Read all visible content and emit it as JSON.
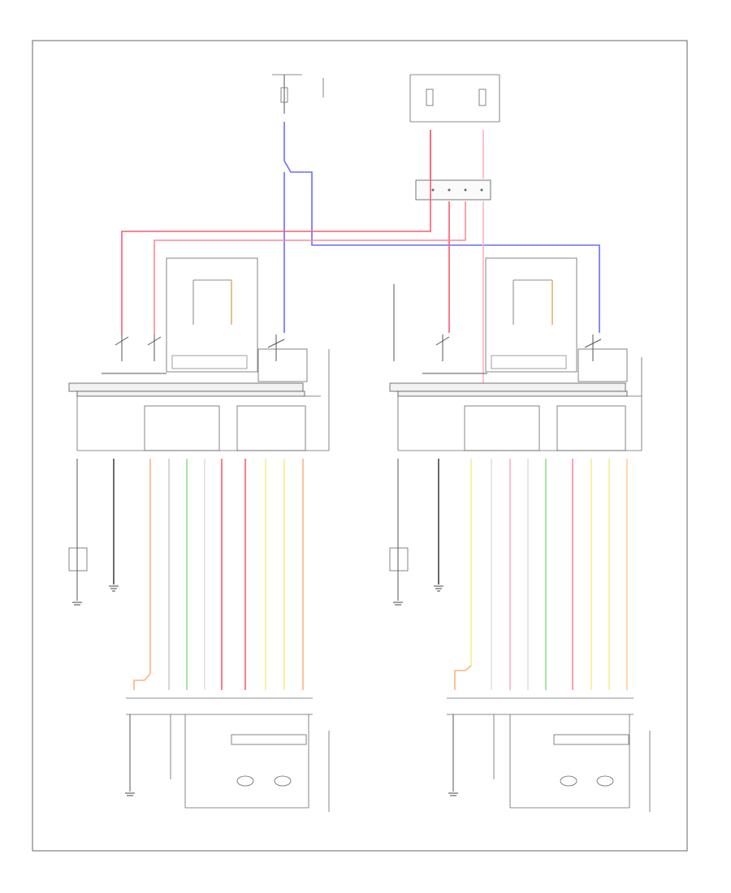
{
  "diagram": {
    "footer_code": "",
    "left_assembly_caption": "",
    "right_assembly_caption": "",
    "colors": {
      "red": "#ff5a6e",
      "pink": "#ffb3c0",
      "blue": "#6b6bff",
      "orange": "#ffb27a",
      "yellow": "#f1ef8a",
      "green": "#8ee28e",
      "tan": "#d8b86a",
      "black": "#444444",
      "frame": "#666666"
    },
    "icons": [
      "ground-symbol",
      "switch-contact",
      "motor-symbol",
      "fuse-symbol",
      "relay-box"
    ]
  }
}
